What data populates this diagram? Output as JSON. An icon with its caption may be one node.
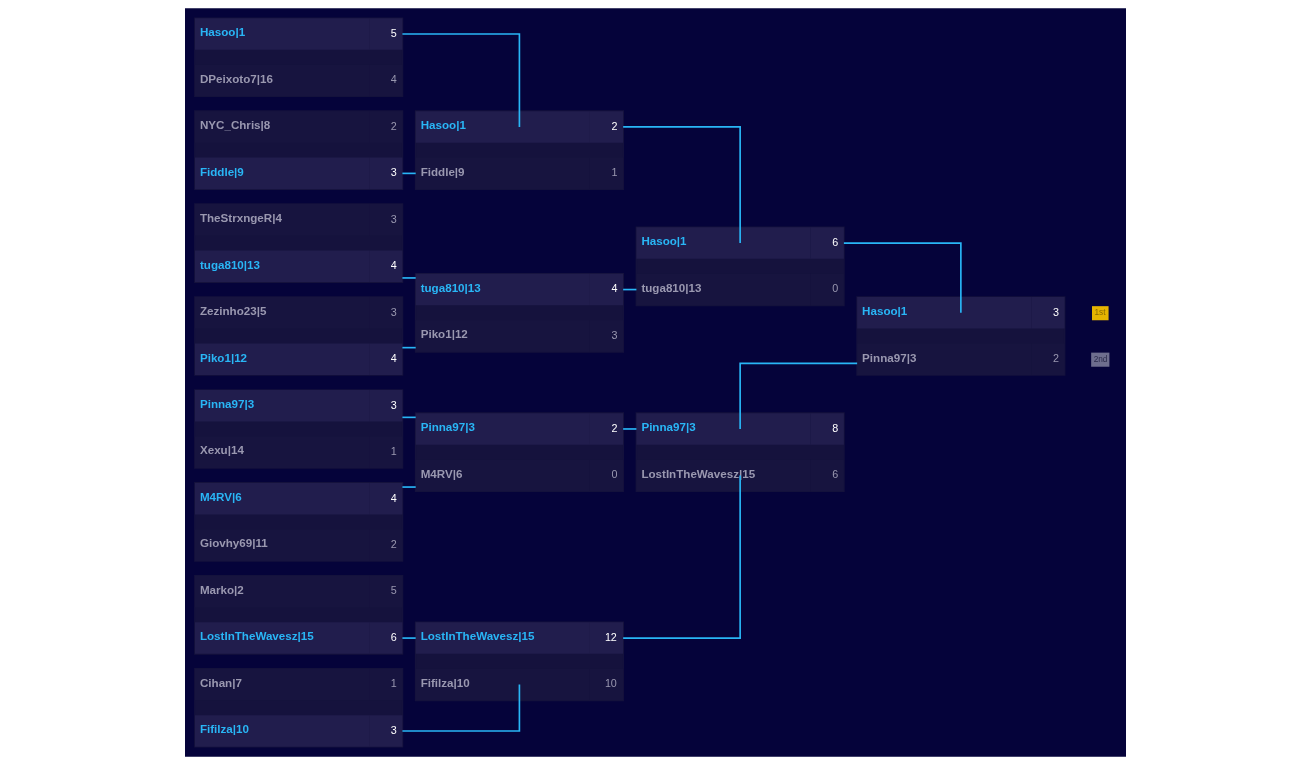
{
  "diagram": {
    "nodes": [
      {
        "text": [],
        "shape": "box"
      },
      {
        "text": [
          "Hasoo|1",
          "5"
        ],
        "in": 0
      },
      {
        "text": [
          "DPeixoto7|16",
          "4"
        ],
        "in": 0
      },
      {
        "text": [],
        "shape": "box"
      },
      {
        "text": [
          "NYC_Chris|8",
          "2"
        ],
        "in": 3
      },
      {
        "text": [
          "Fiddle|9",
          "3"
        ],
        "in": 3
      },
      {
        "text": [],
        "shape": "box"
      },
      {
        "text": [
          "TheStrxngeR|4",
          "3"
        ],
        "in": 6
      },
      {
        "text": [
          "tuga810|13",
          "4"
        ],
        "in": 6
      },
      {
        "text": [],
        "shape": "box"
      },
      {
        "text": [
          "Zezinho23|5",
          "3"
        ],
        "in": 9
      },
      {
        "text": [
          "Piko1|12",
          "4"
        ],
        "in": 9
      },
      {
        "text": [],
        "shape": "box"
      },
      {
        "text": [
          "Marko|2",
          "5"
        ],
        "in": 12
      },
      {
        "text": [
          "LostInTheWavesz|15",
          "6"
        ],
        "in": 12
      },
      {
        "text": [],
        "shape": "box"
      },
      {
        "text": [
          "Cihan|7",
          "1"
        ],
        "in": 15
      },
      {
        "text": [
          "Fifilza|10",
          "3"
        ],
        "in": 15
      },
      {
        "text": [],
        "shape": "box"
      },
      {
        "text": [
          "Pinna97|3",
          "3"
        ],
        "in": 18
      },
      {
        "text": [
          "Xexu|14",
          "1"
        ],
        "in": 18
      },
      {
        "text": [],
        "shape": "box"
      },
      {
        "text": [
          "M4RV|6",
          "4"
        ],
        "in": 21
      },
      {
        "text": [
          "Giovhy69|11",
          "2"
        ],
        "in": 21
      },
      {
        "text": [],
        "shape": "box"
      },
      {
        "text": [
          "Hasoo|1",
          "2"
        ],
        "in": 24
      },
      {
        "text": [
          "Fiddle|9",
          "1"
        ],
        "in": 24
      },
      {
        "text": [],
        "shape": "box"
      },
      {
        "text": [
          "tuga810|13",
          "4"
        ],
        "in": 27
      },
      {
        "text": [
          "Piko1|12",
          "3"
        ],
        "in": 27
      },
      {
        "text": [],
        "shape": "box"
      },
      {
        "text": [
          "LostInTheWavesz|15",
          "12"
        ],
        "in": 30
      },
      {
        "text": [
          "Fifilza|10",
          "10"
        ],
        "in": 30
      },
      {
        "text": [],
        "shape": "box"
      },
      {
        "text": [
          "Pinna97|3",
          "2"
        ],
        "in": 33
      },
      {
        "text": [
          "M4RV|6",
          "0"
        ],
        "in": 33
      },
      {
        "text": [],
        "shape": "box"
      },
      {
        "text": [
          "Hasoo|1",
          "6"
        ],
        "in": 36
      },
      {
        "text": [
          "tuga810|13",
          "0"
        ],
        "in": 36
      },
      {
        "text": [],
        "shape": "box"
      },
      {
        "text": [
          "LostInTheWavesz|15",
          "6"
        ],
        "in": 39
      },
      {
        "text": [
          "Pinna97|3",
          "8"
        ],
        "in": 39
      },
      {
        "text": [],
        "shape": "box"
      },
      {
        "text": [
          "Hasoo|1",
          "3"
        ],
        "in": 42,
        "beside": [
          "1st"
        ]
      },
      {
        "text": [
          "Pinna97|3",
          "2"
        ],
        "in": 42,
        "beside": [
          "2nd"
        ]
      }
    ],
    "edges": [
      {
        "from": 1,
        "to": 25,
        "arrow": "none"
      },
      {
        "from": 5,
        "to": 26,
        "arrow": "none"
      },
      {
        "from": 8,
        "to": 28,
        "arrow": "none"
      },
      {
        "from": 11,
        "to": 29,
        "arrow": "none"
      },
      {
        "from": 14,
        "to": 31,
        "arrow": "none"
      },
      {
        "from": 17,
        "to": 32,
        "arrow": "none"
      },
      {
        "from": 19,
        "to": 34,
        "arrow": "none"
      },
      {
        "from": 22,
        "to": 35,
        "arrow": "none"
      },
      {
        "from": 25,
        "to": 37,
        "arrow": "none"
      },
      {
        "from": 28,
        "to": 38,
        "arrow": "none"
      },
      {
        "from": 31,
        "to": 40,
        "arrow": "none"
      },
      {
        "from": 34,
        "to": 41,
        "arrow": "none"
      },
      {
        "from": 37,
        "to": 43,
        "arrow": "none"
      },
      {
        "from": 41,
        "to": 44,
        "arrow": "none"
      }
    ]
  }
}
